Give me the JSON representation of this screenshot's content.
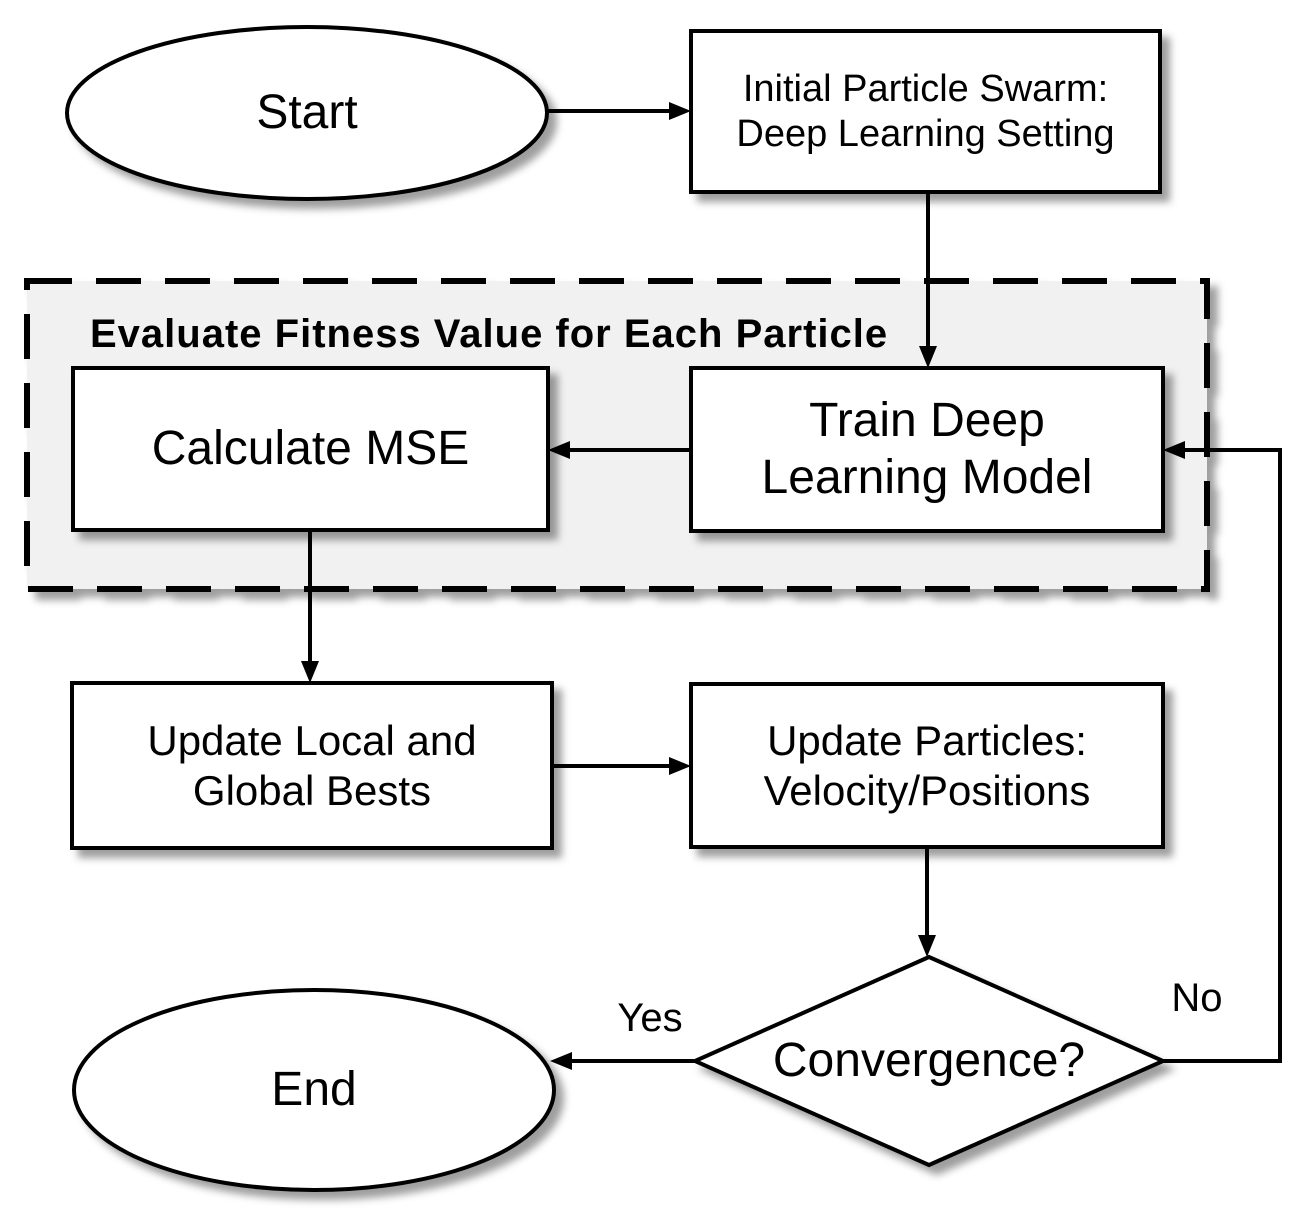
{
  "flowchart": {
    "nodes": {
      "start": {
        "label": "Start",
        "shape": "ellipse"
      },
      "init_swarm": {
        "label": "Initial Particle Swarm:\nDeep Learning Setting",
        "shape": "rect"
      },
      "train": {
        "label": "Train Deep\nLearning Model",
        "shape": "rect"
      },
      "calc_mse": {
        "label": "Calculate MSE",
        "shape": "rect"
      },
      "update_bests": {
        "label": "Update Local and\nGlobal Bests",
        "shape": "rect"
      },
      "update_particles": {
        "label": "Update Particles:\nVelocity/Positions",
        "shape": "rect"
      },
      "convergence": {
        "label": "Convergence?",
        "shape": "diamond"
      },
      "end": {
        "label": "End",
        "shape": "ellipse"
      }
    },
    "group": {
      "label": "Evaluate Fitness Value for Each Particle"
    },
    "edge_labels": {
      "yes": "Yes",
      "no": "No"
    },
    "colors": {
      "stroke": "#000000",
      "node_fill": "#ffffff",
      "group_fill": "#f1f1f1",
      "text": "#000000",
      "background": "#ffffff"
    }
  }
}
